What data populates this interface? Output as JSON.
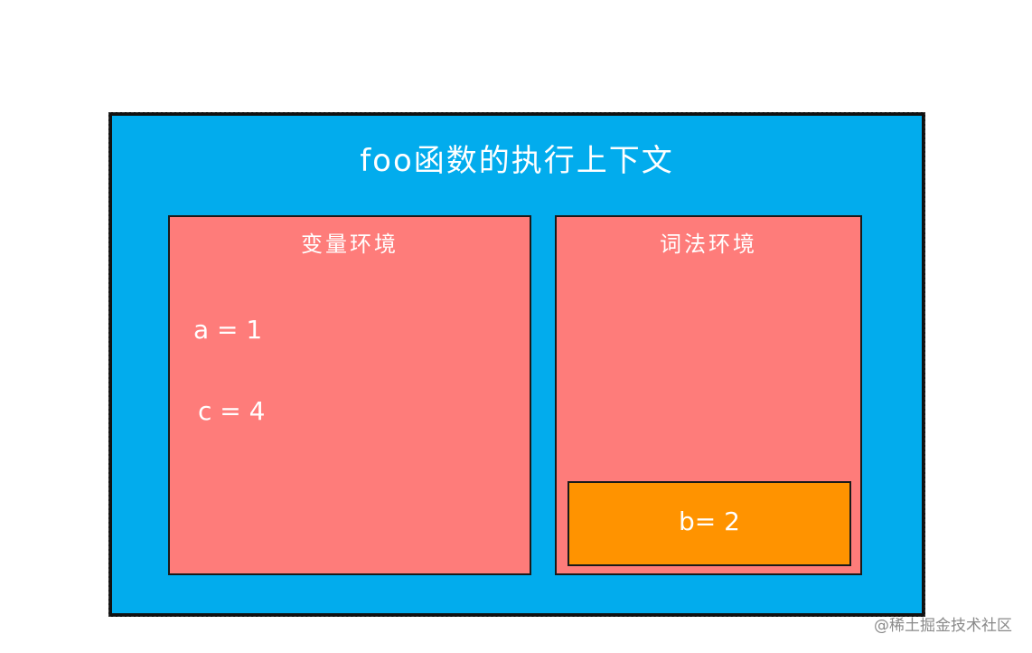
{
  "diagram": {
    "title": "foo函数的执行上下文",
    "variable_environment": {
      "label": "变量环境",
      "entries": [
        "a = 1",
        "c = 4"
      ]
    },
    "lexical_environment": {
      "label": "词法环境",
      "block": {
        "entries": [
          "b= 2"
        ]
      }
    }
  },
  "colors": {
    "outer": "#02aced",
    "environment": "#fe7c7a",
    "block": "#ff9300",
    "text": "#ffffff"
  },
  "watermark": "@稀土掘金技术社区"
}
